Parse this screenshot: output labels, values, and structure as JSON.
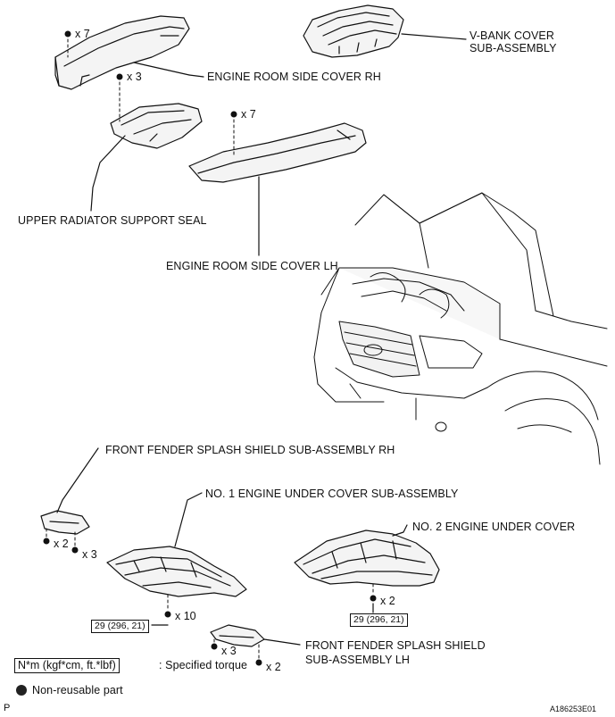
{
  "labels": {
    "v_bank_cover_line1": "V-BANK COVER",
    "v_bank_cover_line2": "SUB-ASSEMBLY",
    "engine_room_side_cover_rh": "ENGINE ROOM SIDE COVER RH",
    "upper_radiator_support_seal": "UPPER RADIATOR SUPPORT SEAL",
    "engine_room_side_cover_lh": "ENGINE ROOM SIDE COVER LH",
    "front_fender_splash_shield_rh": "FRONT FENDER SPLASH SHIELD SUB-ASSEMBLY RH",
    "no1_engine_under_cover": "NO. 1 ENGINE UNDER COVER SUB-ASSEMBLY",
    "no2_engine_under_cover": "NO. 2 ENGINE UNDER COVER",
    "front_fender_splash_shield_lh_line1": "FRONT FENDER SPLASH SHIELD",
    "front_fender_splash_shield_lh_line2": "SUB-ASSEMBLY LH"
  },
  "quantities": {
    "rh_cover_clips": "x 7",
    "seal_clips": "x 3",
    "lh_cover_clips": "x 7",
    "fender_rh_clips_a": "x 2",
    "fender_rh_clips_b": "x 3",
    "no1_bolts": "x 10",
    "no2_bolts": "x 2",
    "fender_lh_clips_a": "x 3",
    "fender_lh_clips_b": "x 2"
  },
  "torque": {
    "no1": "29 (296, 21)",
    "no2": "29 (296, 21)"
  },
  "legend": {
    "torque_units": "N*m (kgf*cm, ft.*lbf)",
    "torque_text": ": Specified torque",
    "non_reusable": "Non-reusable part"
  },
  "footer": {
    "left_mark": "P",
    "figure_id": "A186253E01"
  }
}
